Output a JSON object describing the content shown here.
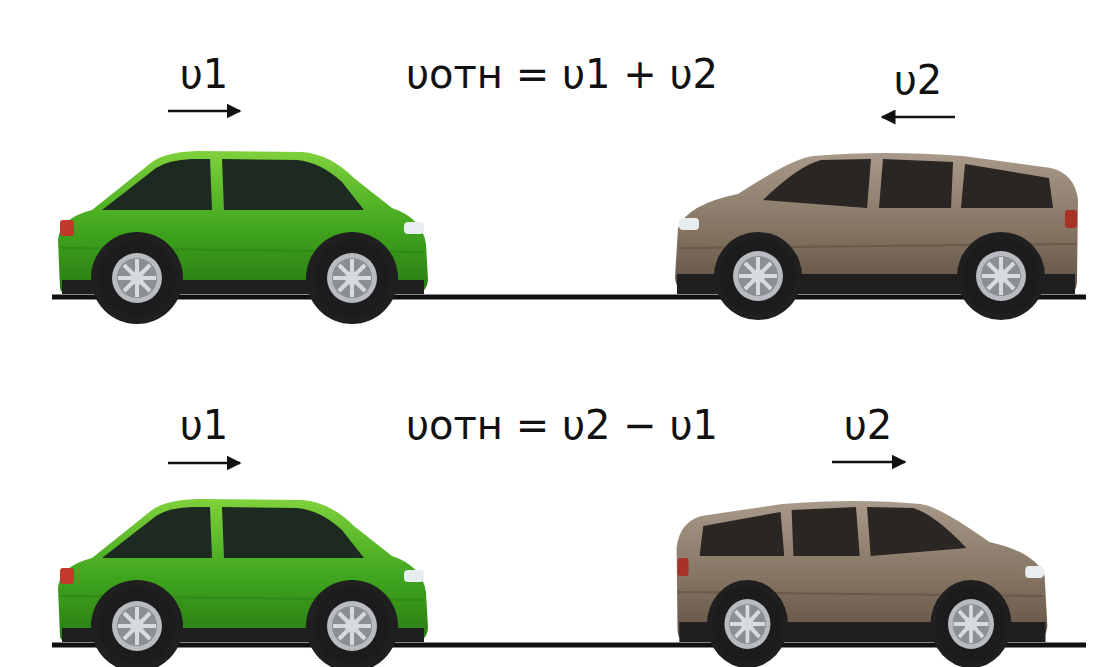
{
  "diagram": {
    "labels": [
      "υ1",
      "υотн = υ1 + υ2",
      "υ2",
      "υ1",
      "υотн = υ2 − υ1",
      "υ2"
    ]
  }
}
